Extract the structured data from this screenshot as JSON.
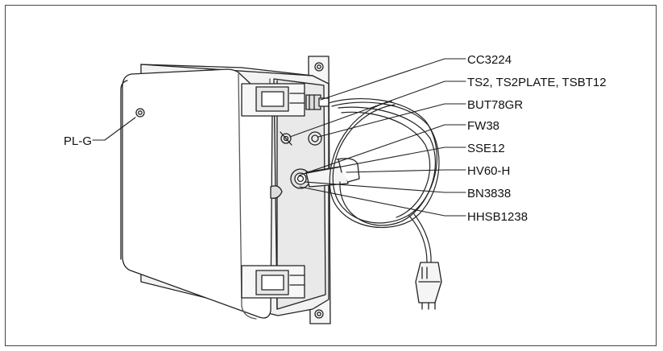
{
  "diagram": {
    "labels": {
      "pl_g": "PL-G",
      "cc3224": "CC3224",
      "ts2": "TS2, TS2PLATE, TSBT12",
      "but78gr": "BUT78GR",
      "fw38": "FW38",
      "sse12": "SSE12",
      "hv60h": "HV60-H",
      "bn3838": "BN3838",
      "hhsb1238": "HHSB1238"
    }
  }
}
